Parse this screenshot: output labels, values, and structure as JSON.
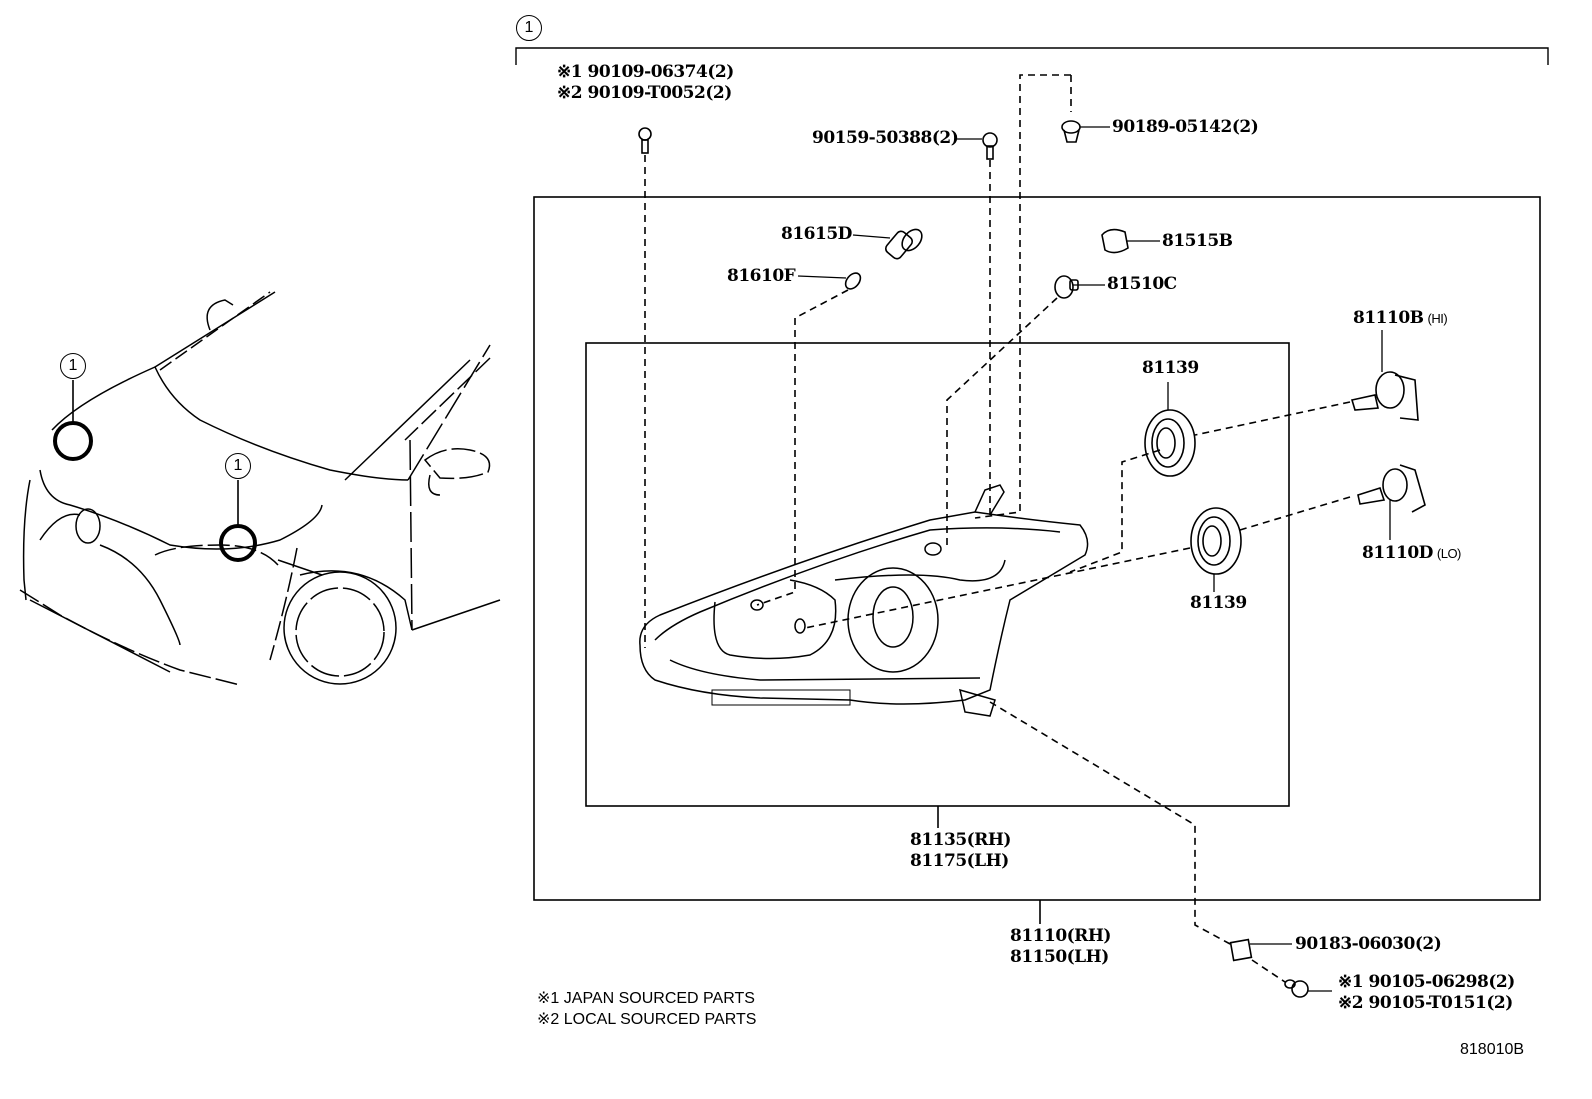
{
  "diagram": {
    "figure_code": "818010B",
    "group_callout": "1",
    "vehicle_callouts": [
      "1",
      "1"
    ],
    "notes": [
      {
        "mark": "※1",
        "text": "JAPAN SOURCED PARTS"
      },
      {
        "mark": "※2",
        "text": "LOCAL SOURCED PARTS"
      }
    ],
    "parts": {
      "screw_top_left": {
        "line1": "※1 90109-06374(2)",
        "line2": "※2 90109-T0052(2)"
      },
      "screw_top_center": "90159-50388(2)",
      "clip_top_right": "90189-05142(2)",
      "socket_81615d": "81615D",
      "bulb_81610f": "81610F",
      "socket_81515b": "81515B",
      "bulb_81510c": "81510C",
      "bulb_hi": {
        "number": "81110B",
        "suffix": "(HI)"
      },
      "bulb_lo": {
        "number": "81110D",
        "suffix": "(LO)"
      },
      "cover_upper": "81139",
      "cover_lower": "81139",
      "lens_housing": {
        "line1": "81135(RH)",
        "line2": "81175(LH)"
      },
      "headlamp_assy": {
        "line1": "81110(RH)",
        "line2": "81150(LH)"
      },
      "nut_bottom": "90183-06030(2)",
      "bolt_bottom": {
        "line1": "※1 90105-06298(2)",
        "line2": "※2 90105-T0151(2)"
      }
    }
  }
}
